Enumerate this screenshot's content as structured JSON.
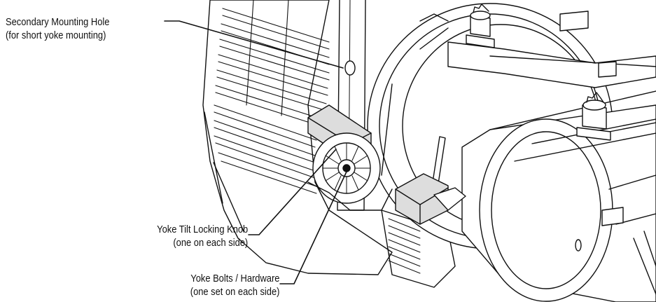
{
  "callouts": {
    "secondary_hole": {
      "title": "Secondary Mounting Hole",
      "note": "(for short yoke mounting)"
    },
    "tilt_knob": {
      "title": "Yoke Tilt Locking Knob",
      "note": "(one on each side)"
    },
    "yoke_bolts": {
      "title": "Yoke Bolts / Hardware",
      "note": "(one set on each side)"
    }
  },
  "colors": {
    "ink": "#111111",
    "background": "#ffffff",
    "shade": "#dddddd"
  }
}
